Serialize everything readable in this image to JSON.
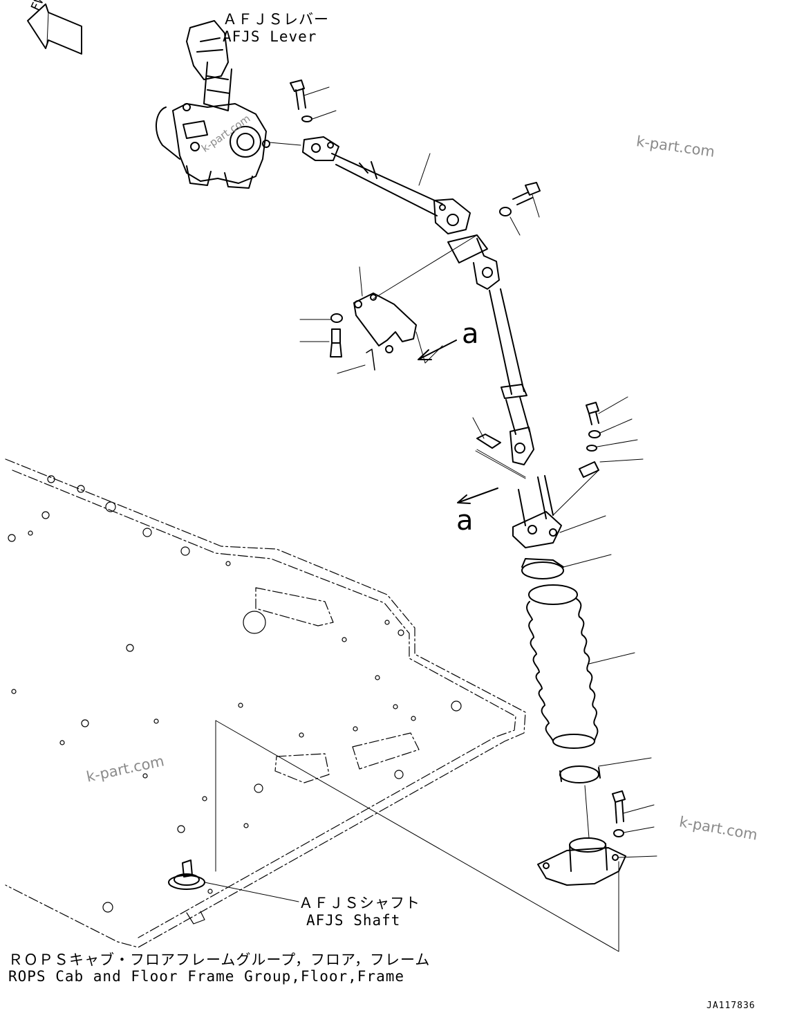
{
  "labels": {
    "fwd": "FWD",
    "afjs_lever_jp": "ＡＦＪＳレバー",
    "afjs_lever_en": "AFJS Lever",
    "afjs_shaft_jp": "ＡＦＪＳシャフト",
    "afjs_shaft_en": "AFJS Shaft",
    "rops_jp": "ＲＯＰＳキャブ・フロアフレームグループ，フロア，フレーム",
    "rops_en": "ROPS Cab and Floor Frame Group,Floor,Frame",
    "view_a_top": "a",
    "view_a_mid": "a",
    "drawing_number": "JA117836"
  },
  "watermarks": [
    "k-part.com",
    "k-part.com",
    "k-part.com",
    "k-part.com"
  ],
  "colors": {
    "line": "#000000",
    "watermark": "#8a8a8a",
    "background": "#ffffff"
  }
}
